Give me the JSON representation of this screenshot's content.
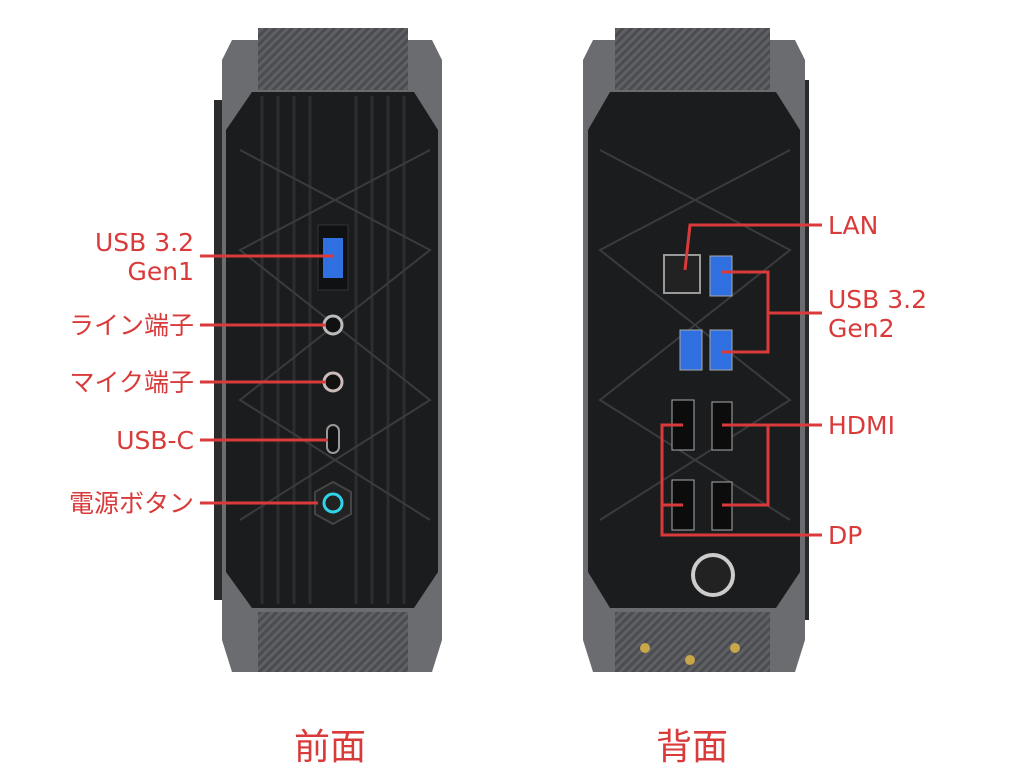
{
  "colors": {
    "label": "#d93a3a",
    "body": "#1b1c1e",
    "cap": "#5c5e62",
    "usb_blue": "#2f6fe0",
    "power_ring": "#2fd4e8"
  },
  "front": {
    "caption": "前面",
    "labels": [
      {
        "line1": "USB 3.2",
        "line2": "Gen1"
      },
      {
        "line1": "ライン端子"
      },
      {
        "line1": "マイク端子"
      },
      {
        "line1": "USB-C"
      },
      {
        "line1": "電源ボタン"
      }
    ]
  },
  "back": {
    "caption": "背面",
    "labels": [
      {
        "line1": "LAN"
      },
      {
        "line1": "USB 3.2",
        "line2": "Gen2"
      },
      {
        "line1": "HDMI"
      },
      {
        "line1": "DP"
      }
    ]
  }
}
